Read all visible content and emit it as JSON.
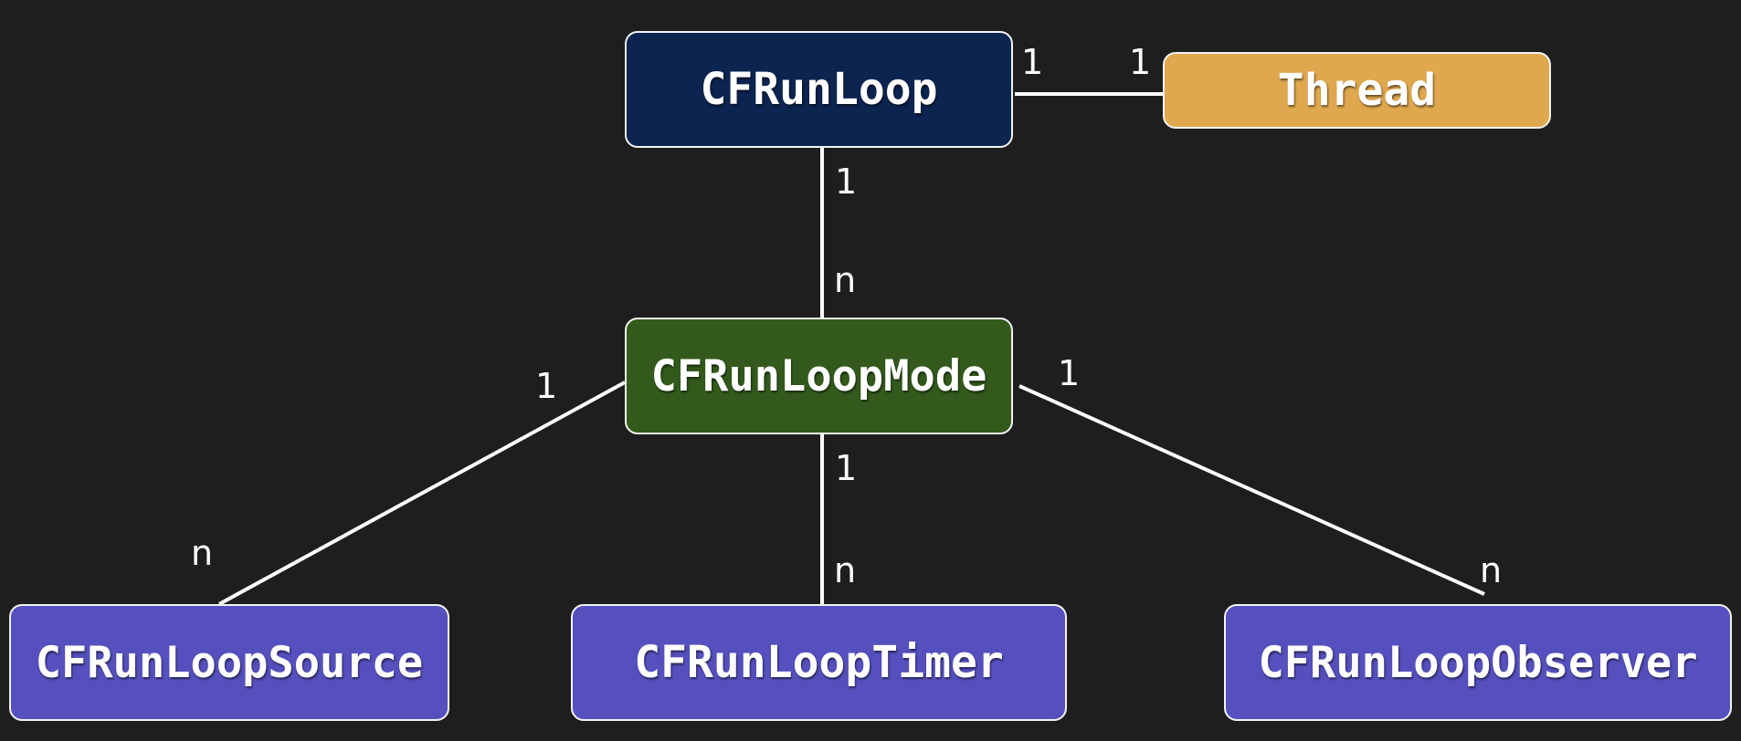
{
  "colors": {
    "background": "#1e1e1e",
    "runloop": "#0c2450",
    "thread": "#e0a84e",
    "mode": "#335a1c",
    "child": "#5650be",
    "border": "#f2f2f2",
    "line": "#ffffff"
  },
  "nodes": {
    "runloop": "CFRunLoop",
    "thread": "Thread",
    "mode": "CFRunLoopMode",
    "source": "CFRunLoopSource",
    "timer": "CFRunLoopTimer",
    "observer": "CFRunLoopObserver"
  },
  "edges": {
    "runloop_thread": {
      "from": "1",
      "to": "1"
    },
    "runloop_mode": {
      "from": "1",
      "to": "n"
    },
    "mode_source": {
      "from": "1",
      "to": "n"
    },
    "mode_timer": {
      "from": "1",
      "to": "n"
    },
    "mode_observer": {
      "from": "1",
      "to": "n"
    }
  }
}
